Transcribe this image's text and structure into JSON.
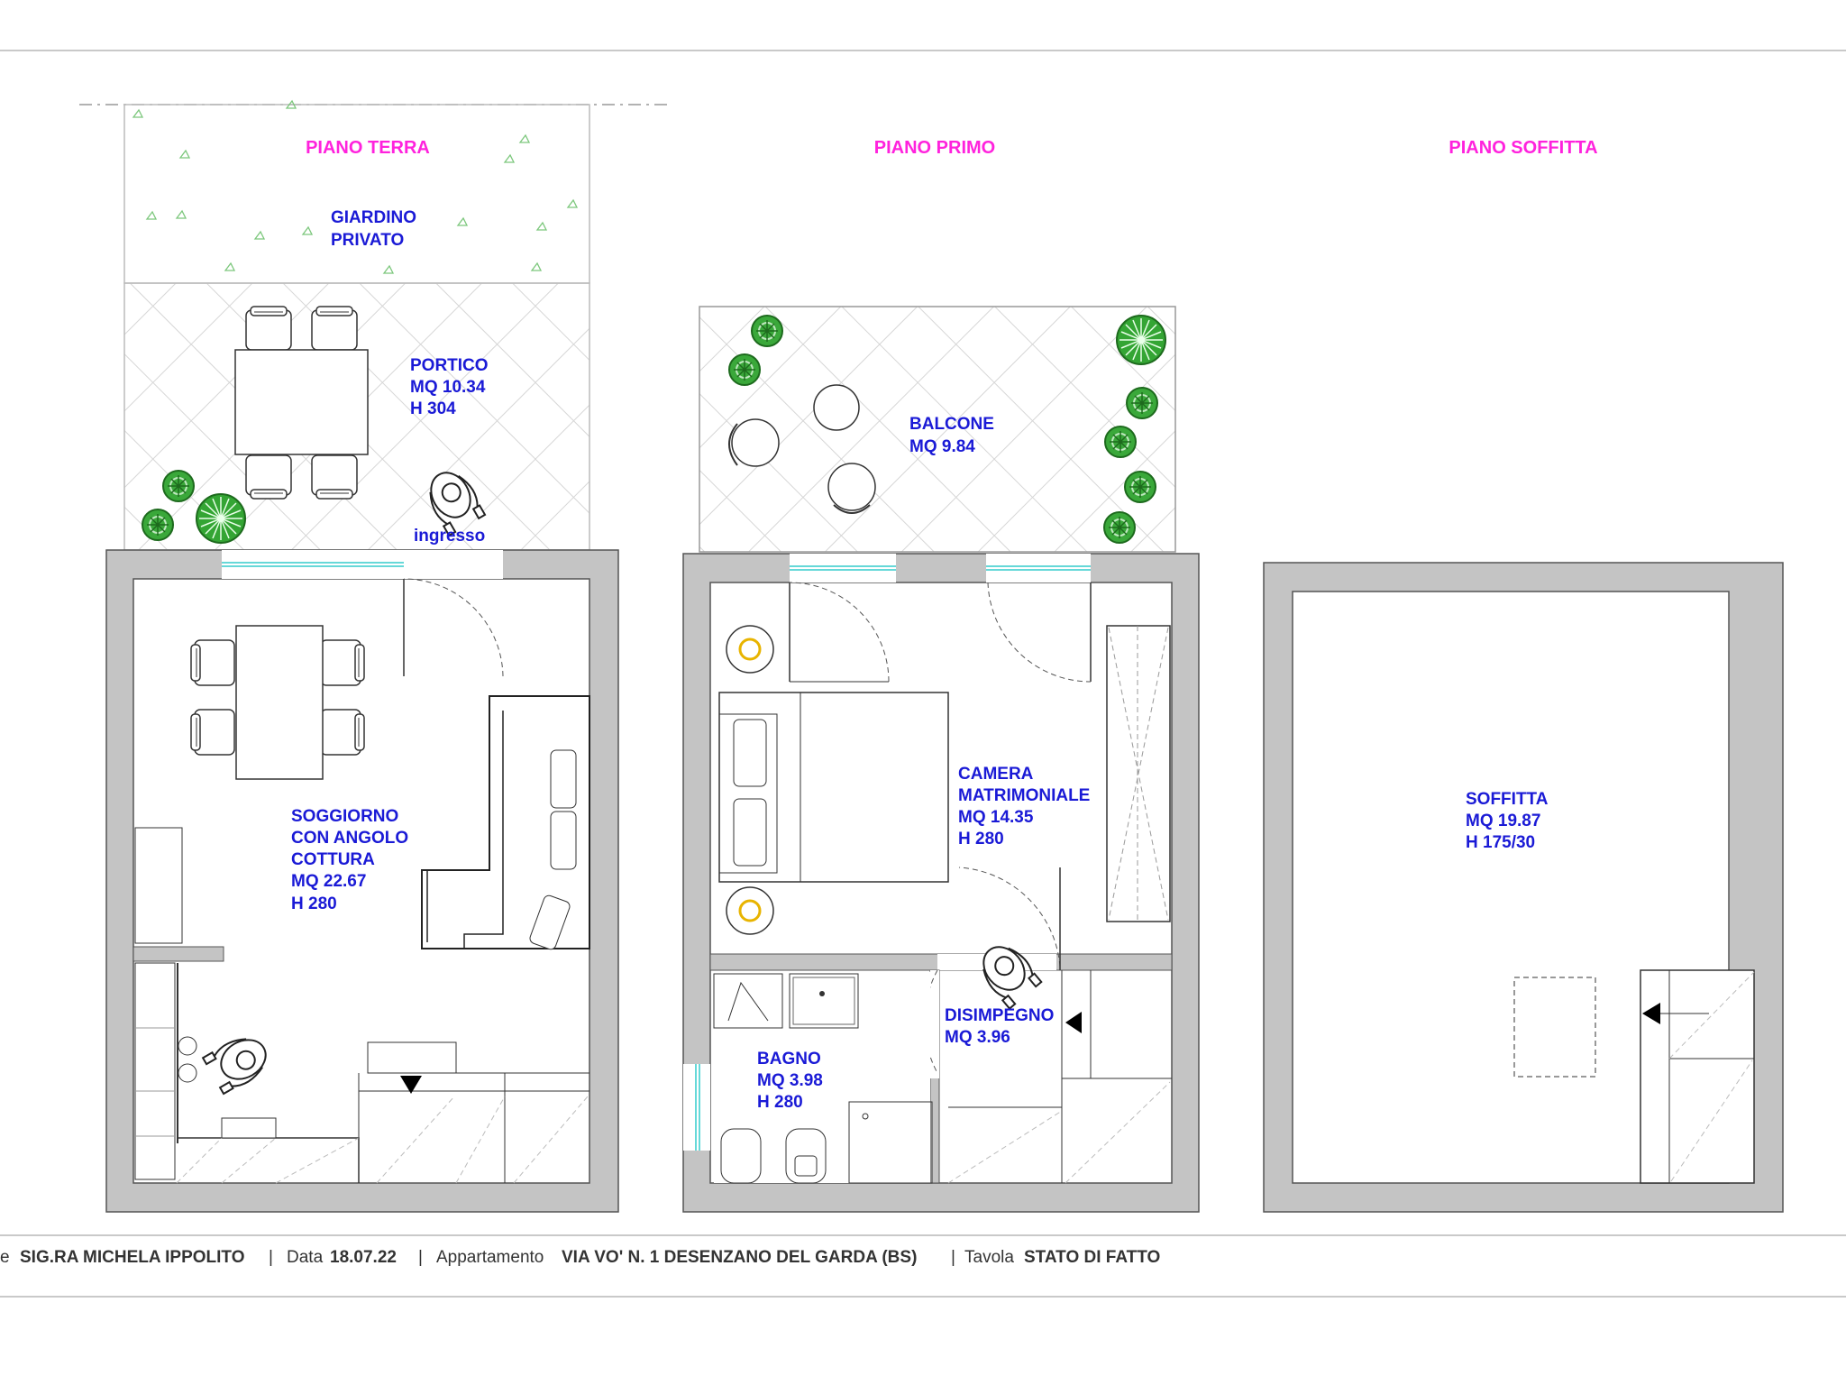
{
  "floors": {
    "ground_title": "PIANO TERRA",
    "first_title": "PIANO PRIMO",
    "attic_title": "PIANO SOFFITTA"
  },
  "rooms": {
    "giardino": [
      "GIARDINO",
      "PRIVATO"
    ],
    "portico": [
      "PORTICO",
      "MQ 10.34",
      "H 304"
    ],
    "ingresso": "ingresso",
    "soggiorno": [
      "SOGGIORNO",
      "CON ANGOLO",
      "COTTURA",
      "MQ 22.67",
      "H 280"
    ],
    "balcone": [
      "BALCONE",
      "MQ 9.84"
    ],
    "camera": [
      "CAMERA",
      "MATRIMONIALE",
      "MQ 14.35",
      "H 280"
    ],
    "disimpegno": [
      "DISIMPEGNO",
      "MQ 3.96"
    ],
    "bagno": [
      "BAGNO",
      "MQ 3.98",
      "H 280"
    ],
    "soffitta": [
      "SOFFITTA",
      "MQ 19.87",
      "H 175/30"
    ]
  },
  "footer": {
    "client_prefix": "e",
    "client": "SIG.RA MICHELA  IPPOLITO",
    "sep": "|",
    "date_label": "Data",
    "date": "18.07.22",
    "apt_label": "Appartamento",
    "address": "VIA VO' N. 1 DESENZANO  DEL GARDA (BS)",
    "tav_label": "Tavola",
    "tav": "STATO DI FATTO"
  },
  "colors": {
    "wall": "#c4c4c4",
    "label": "#1a1ad6",
    "floor_title": "#ff22dd",
    "plant": "#2e9a2e",
    "lamp": "#e8b400"
  }
}
